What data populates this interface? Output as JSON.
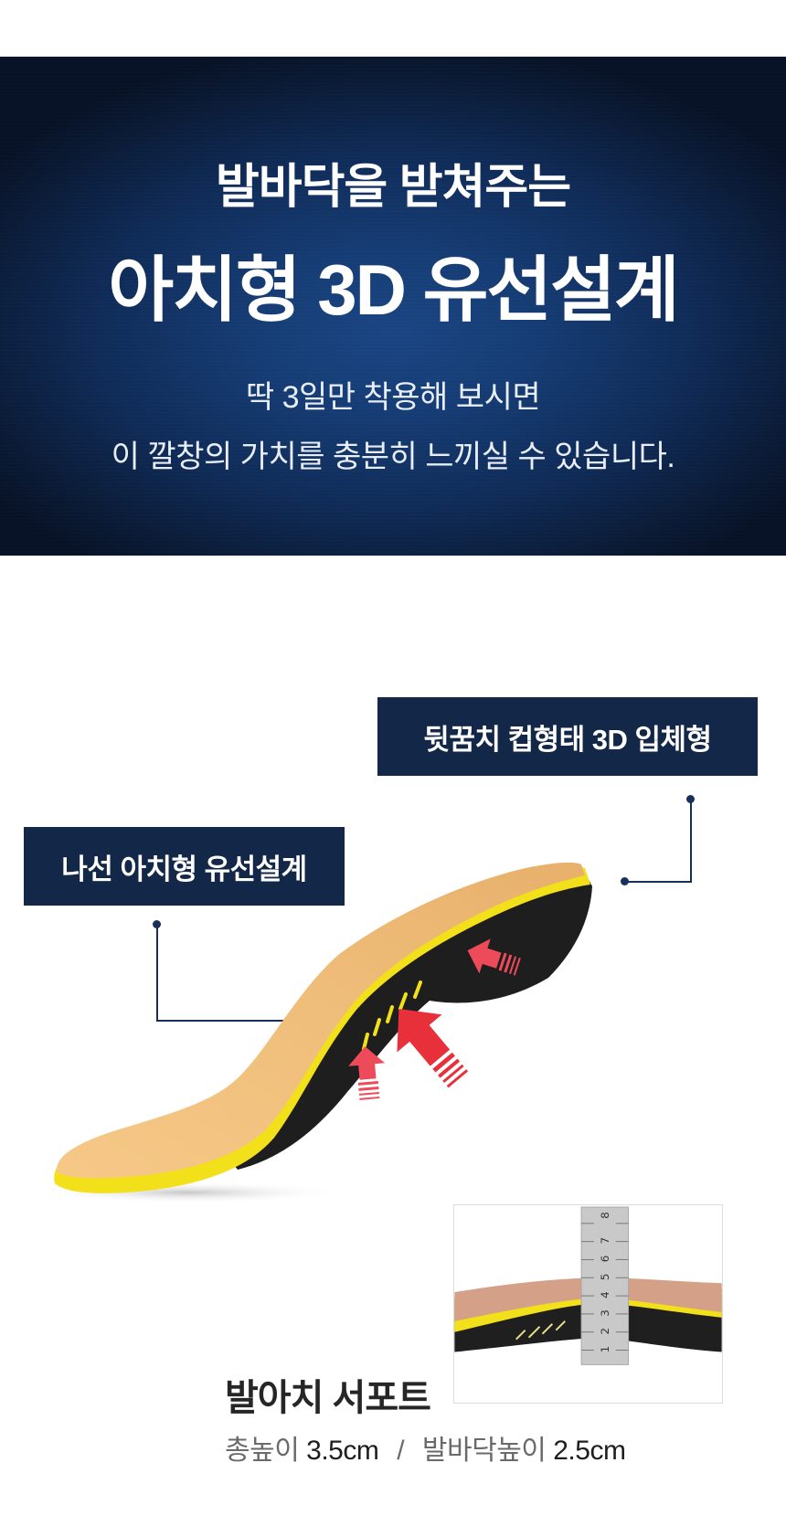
{
  "banner": {
    "headline_line1": "발바닥을 받쳐주는",
    "headline_line2": "아치형 3D 유선설계",
    "sub_line1": "딱 3일만 착용해 보시면",
    "sub_line2": "이 깔창의 가치를 충분히 느끼실 수 있습니다.",
    "colors": {
      "center": "#1a4684",
      "edge": "#071226",
      "text": "#ffffff"
    }
  },
  "features": {
    "heel_label": "뒷꿈치 컵형태 3D 입체형",
    "arch_label": "나선 아치형 유선설계",
    "label_bg_color": "#132849",
    "connector_color": "#17305a"
  },
  "product_image": {
    "icon": "insole-arch-support-illustration",
    "arrow_icon": "pressure-arrow-icon",
    "colors": {
      "top_layer": "#f2c07a",
      "mid_layer": "#f2e01b",
      "bottom_layer": "#1e1e1e",
      "arrow_main": "#e8303b",
      "arrow_side": "#ee4b5a"
    }
  },
  "measurement": {
    "photo_icon": "ruler-measurement-photo",
    "ruler_ticks": [
      "1",
      "2",
      "3",
      "4",
      "5",
      "6",
      "7",
      "8"
    ],
    "title": "발아치 서포트",
    "total_height_label": "총높이",
    "total_height_value": "3.5cm",
    "separator": "/",
    "sole_height_label": "발바닥높이",
    "sole_height_value": "2.5cm"
  }
}
